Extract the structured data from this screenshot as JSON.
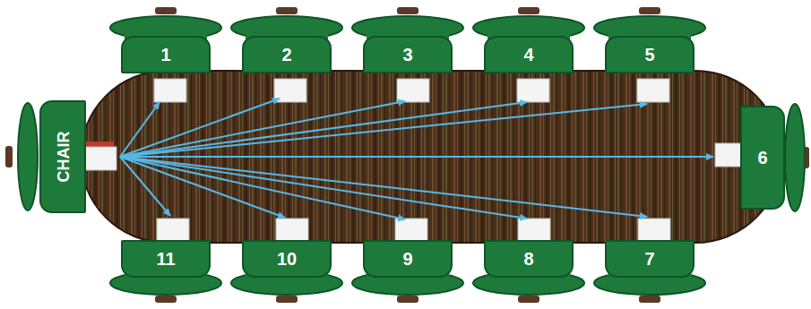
{
  "diagram": {
    "nodes": [
      {
        "text": [
          "1"
        ]
      },
      {
        "text": [
          "2"
        ]
      },
      {
        "text": [
          "3"
        ]
      },
      {
        "text": [
          "4"
        ]
      },
      {
        "text": [
          "5"
        ]
      },
      {
        "text": [
          "CHAIR"
        ]
      },
      {
        "text": [
          "6"
        ]
      },
      {
        "text": [
          "11"
        ]
      },
      {
        "text": [
          "10"
        ]
      },
      {
        "text": [
          "9"
        ]
      },
      {
        "text": [
          "8"
        ]
      },
      {
        "text": [
          "7"
        ]
      }
    ]
  }
}
